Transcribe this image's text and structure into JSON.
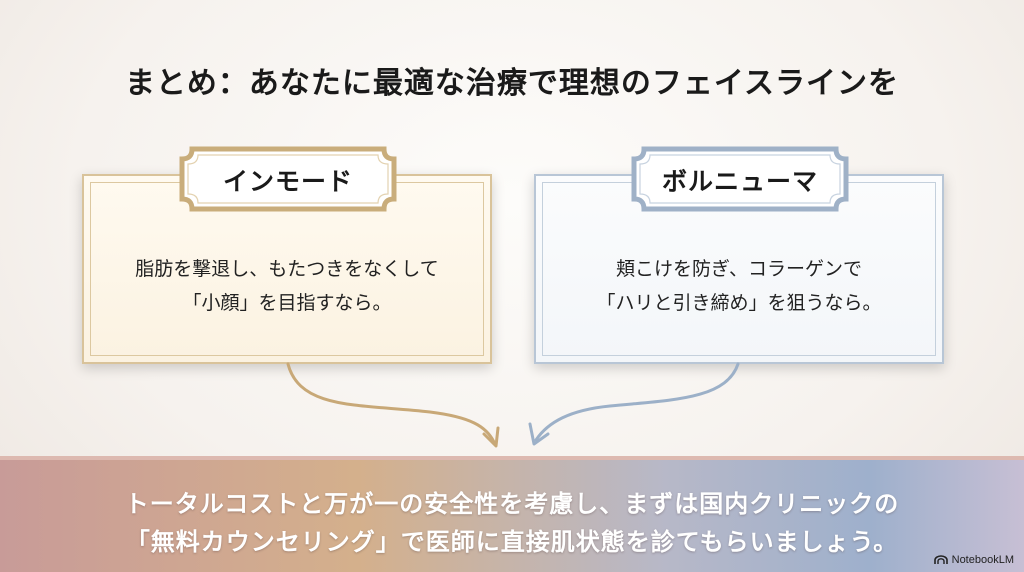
{
  "title": "まとめ：あなたに最適な治療で理想のフェイスラインを",
  "cards": [
    {
      "label": "インモード",
      "line1": "脂肪を撃退し、もたつきをなくして",
      "line2": "「小顔」を目指すなら。",
      "accent": "#c9ad7b"
    },
    {
      "label": "ボルニューマ",
      "line1": "頬こけを防ぎ、コラーゲンで",
      "line2": "「ハリと引き締め」を狙うなら。",
      "accent": "#9fb1c7"
    }
  ],
  "banner": {
    "line1": "トータルコストと万が一の安全性を考慮し、まずは国内クリニックの",
    "line2": "「無料カウンセリング」で医師に直接肌状態を診てもらいましょう。"
  },
  "logo": {
    "text": "NotebookLM",
    "icon": "notebooklm-logo-icon"
  }
}
